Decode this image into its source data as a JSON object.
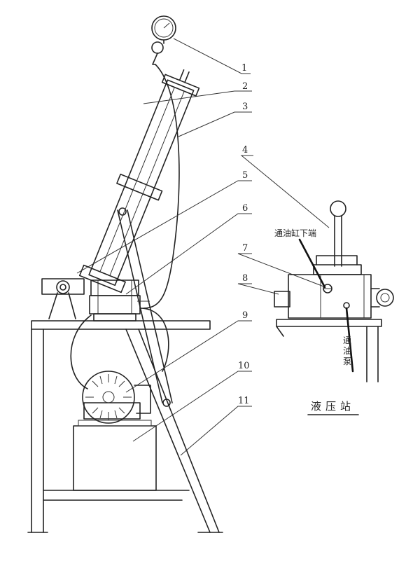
{
  "callouts": [
    "1",
    "2",
    "3",
    "4",
    "5",
    "6",
    "7",
    "8",
    "9",
    "10",
    "11"
  ],
  "station": {
    "title": "液压站",
    "label_port": "通油缸下端",
    "label_pump": "通油泵"
  }
}
